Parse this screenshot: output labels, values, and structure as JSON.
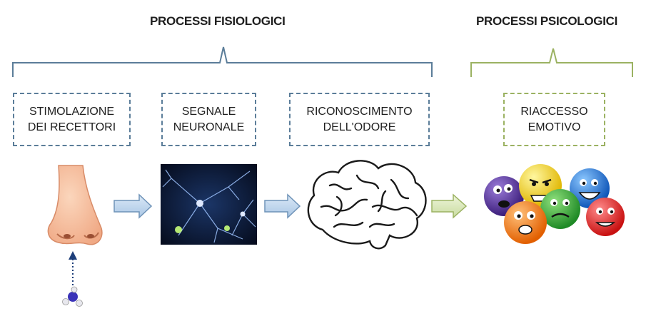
{
  "headings": {
    "physiological": "PROCESSI FISIOLOGICI",
    "psychological": "PROCESSI PSICOLOGICI"
  },
  "steps": [
    {
      "line1": "STIMOLAZIONE",
      "line2": "DEI RECETTORI"
    },
    {
      "line1": "SEGNALE",
      "line2": "NEURONALE"
    },
    {
      "line1": "RICONOSCIMENTO",
      "line2": "DELL'ODORE"
    },
    {
      "line1": "RIACCESSO",
      "line2": "EMOTIVO"
    }
  ],
  "colors": {
    "blue_border": "#5b7d99",
    "green_border": "#9bb262",
    "blue_arrow": "#b9d3ec",
    "green_arrow": "#d5e4b4"
  },
  "illustrations": [
    "nose-icon",
    "neuron-image",
    "brain-icon",
    "emotion-balls-image",
    "molecule-icon"
  ]
}
